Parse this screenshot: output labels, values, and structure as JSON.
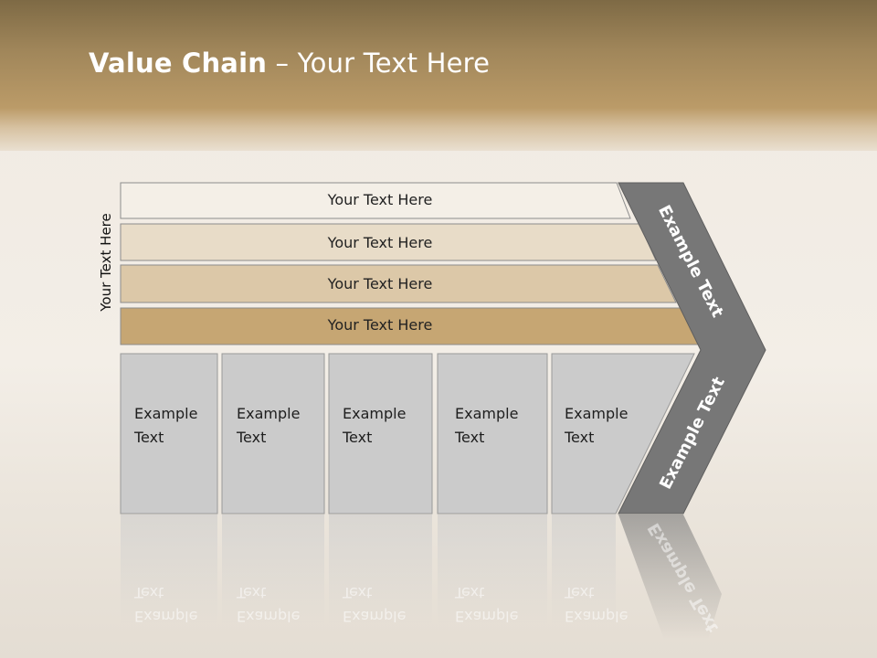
{
  "title": {
    "bold": "Value Chain",
    "rest": " – Your Text Here"
  },
  "side_label": "Your Text Here",
  "bars": [
    {
      "label": "Your Text Here",
      "color": "#f4efe7"
    },
    {
      "label": "Your Text Here",
      "color": "#e8dcc8"
    },
    {
      "label": "Your Text Here",
      "color": "#dcc8a8"
    },
    {
      "label": "Your Text Here",
      "color": "#c6a673"
    }
  ],
  "boxes": [
    {
      "line1": "Example",
      "line2": "Text"
    },
    {
      "line1": "Example",
      "line2": "Text"
    },
    {
      "line1": "Example",
      "line2": "Text"
    },
    {
      "line1": "Example",
      "line2": "Text"
    },
    {
      "line1": "Example",
      "line2": "Text"
    }
  ],
  "chevron": {
    "upper_label": "Example Text",
    "lower_label": "Example Text",
    "color": "#777777"
  },
  "colors": {
    "box_fill": "#cbcbcb",
    "box_border": "#9a9a9a",
    "bar_border": "#8c8c8c"
  }
}
